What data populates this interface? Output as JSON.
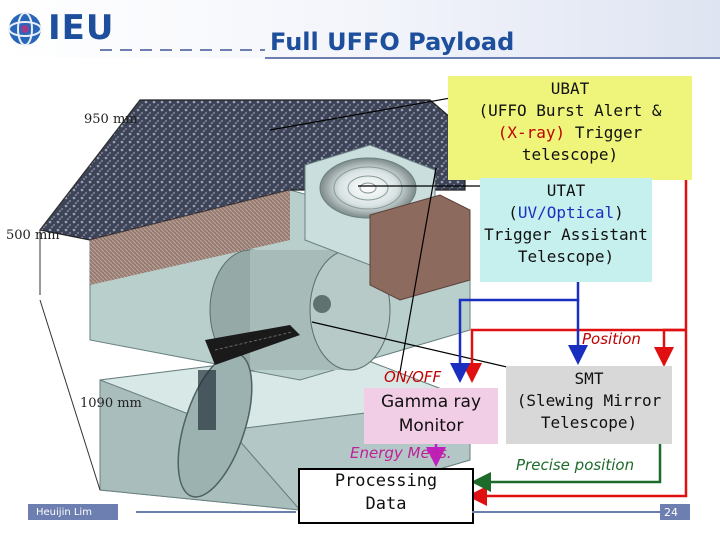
{
  "header": {
    "logo_text": "IEU",
    "title": "Full UFFO Payload"
  },
  "dimensions": {
    "width": "950 mm",
    "height": "500 mm",
    "length": "1090 mm"
  },
  "boxes": {
    "ubat": {
      "line1": "UBAT",
      "line2": "(UFFO Burst Alert &",
      "line3_highlight": "(X-ray)",
      "line3_rest": " Trigger",
      "line4": "telescope)"
    },
    "utat": {
      "line1": "UTAT",
      "line2_open": "(",
      "line2_highlight": "UV/Optical",
      "line3": "Trigger Assistant",
      "line4": "Telescope)"
    },
    "gamma_ray_monitor": {
      "line1": "Gamma ray",
      "line2": "Monitor"
    },
    "smt": {
      "line1": "SMT",
      "line2": "(Slewing Mirror",
      "line3": "Telescope)"
    },
    "processing_data": {
      "line1": "Processing",
      "line2": "Data"
    }
  },
  "labels": {
    "position": "Position",
    "on_off": "ON/OFF",
    "energy_meas": "Energy Meas.",
    "precise_position": "Precise position"
  },
  "footer": {
    "author": "Heuijin Lim",
    "page_number": "24"
  },
  "colors": {
    "title_blue": "#1e4f9c",
    "red_highlight": "#c00000",
    "ubat_fill": "#eef57a",
    "utat_fill": "#c6f0ee",
    "grm_fill": "#f2cde6",
    "smt_fill": "#d8d8d8",
    "arrow_red": "#e01010",
    "arrow_blue": "#1a2fc0",
    "arrow_green": "#1d6b2a",
    "arrow_magenta": "#c020c0",
    "label_magenta": "#c0209a"
  }
}
